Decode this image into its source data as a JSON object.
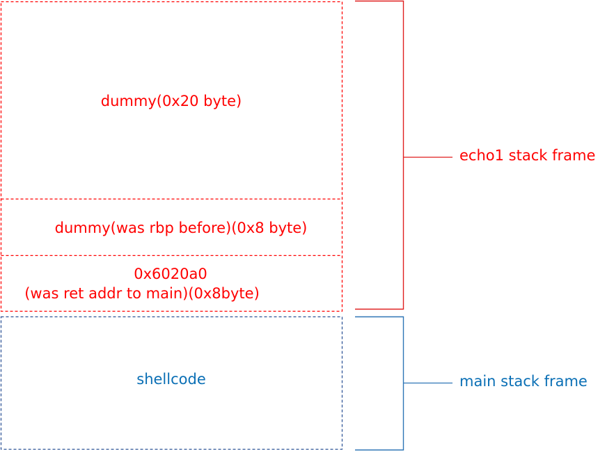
{
  "colors": {
    "echo_frame": "#ff0000",
    "main_frame": "#2f5597",
    "main_label": "#0a6fb5"
  },
  "blocks": {
    "dummy_buffer": "dummy(0x20 byte)",
    "saved_rbp": "dummy(was rbp before)(0x8 byte)",
    "ret_addr_value": "0x6020a0",
    "ret_addr_note": "(was ret addr to main)(0x8byte)",
    "shellcode": "shellcode"
  },
  "frames": {
    "echo1": "echo1 stack frame",
    "main": "main stack frame"
  }
}
